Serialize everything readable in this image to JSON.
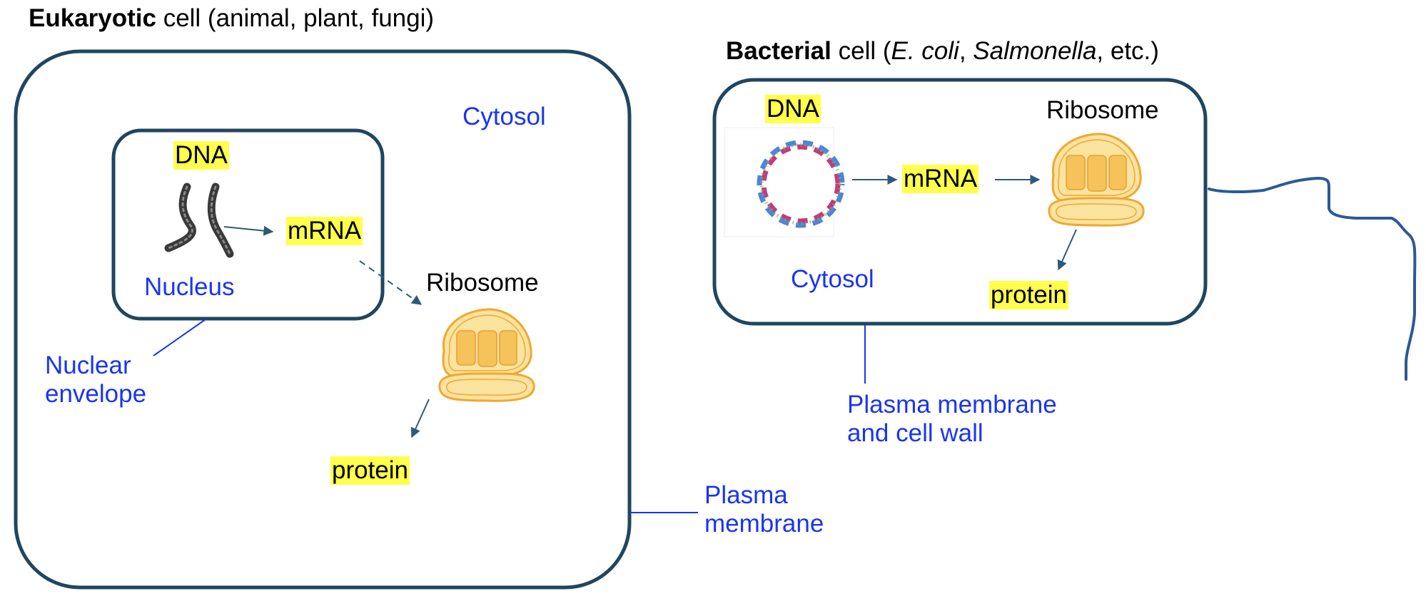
{
  "eukaryotic": {
    "title_bold": "Eukaryotic",
    "title_rest": " cell (animal, plant, fungi)",
    "cytosol": "Cytosol",
    "dna": "DNA",
    "mrna": "mRNA",
    "nucleus": "Nucleus",
    "ribosome": "Ribosome",
    "protein": "protein",
    "nuclear_envelope_line1": "Nuclear",
    "nuclear_envelope_line2": "envelope",
    "plasma_membrane_line1": "Plasma",
    "plasma_membrane_line2": "membrane"
  },
  "bacterial": {
    "title_bold": "Bacterial",
    "title_pre": " cell (",
    "title_italic1": "E. coli",
    "title_sep": ", ",
    "title_italic2": "Salmonella",
    "title_post": ", etc.)",
    "dna": "DNA",
    "mrna": "mRNA",
    "ribosome": "Ribosome",
    "protein": "protein",
    "cytosol": "Cytosol",
    "membrane_line1": "Plasma membrane",
    "membrane_line2": "and cell wall"
  },
  "colors": {
    "outline": "#1f4661",
    "arrow": "#2e5a7a",
    "label_blue": "#1a35f0",
    "highlight": "#ffff4d",
    "ribosome_fill": "#fbe3a0",
    "ribosome_stroke": "#f0a830",
    "ribosome_inner": "#f5c35a",
    "squiggle": "#2b5a95"
  }
}
